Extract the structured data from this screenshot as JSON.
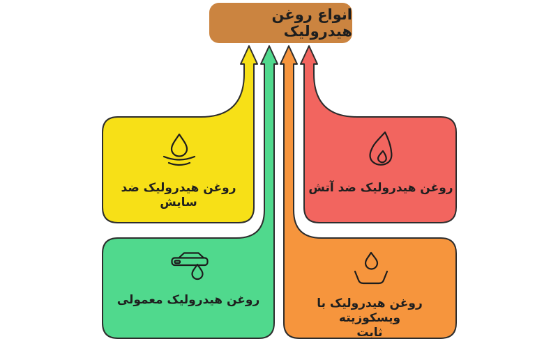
{
  "title": {
    "text": "انواع روغن هیدرولیک",
    "bg": "#cb8440"
  },
  "colors": {
    "outline": "#2d2d2d",
    "icon_stroke": "#1d1d1d",
    "label_text": "#1f1f1f",
    "background": "#ffffff"
  },
  "nodes": [
    {
      "id": "anti-wear",
      "label": "روغن هیدرولیک ضد سایش",
      "color": "#f7e017",
      "icon": "water-drop-ripple-icon",
      "position": "top-left"
    },
    {
      "id": "fire-resistant",
      "label": "روغن هیدرولیک ضد آتش",
      "color": "#f2655f",
      "icon": "flame-icon",
      "position": "top-right"
    },
    {
      "id": "ordinary",
      "label": "روغن هیدرولیک معمولی",
      "color": "#50d98d",
      "icon": "car-wash-icon",
      "position": "bottom-left"
    },
    {
      "id": "constant-viscosity",
      "label": "روغن هیدرولیک با ویسکوزیته ثابت",
      "label_lines": [
        "روغن هیدرولیک با ویسکوزیته",
        "ثابت"
      ],
      "color": "#f6953d",
      "icon": "oil-container-icon",
      "position": "bottom-right"
    }
  ]
}
